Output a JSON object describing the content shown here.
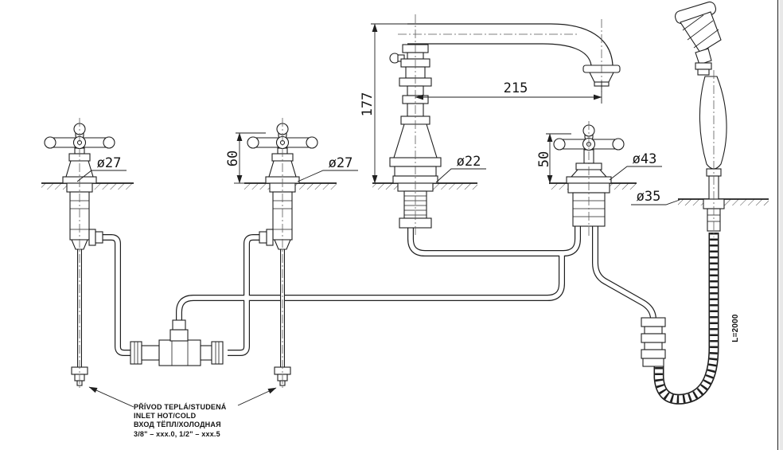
{
  "dimensions": {
    "spout_height": "177",
    "spout_reach": "215",
    "left_handle_height": "60",
    "right_handle_height": "50",
    "dia_left_valve": "ø27",
    "dia_mid_valve": "ø27",
    "dia_spout": "ø22",
    "dia_right_handle": "ø43",
    "dia_shower_base": "ø35",
    "hose_length": "L=2000"
  },
  "annotations": {
    "inlet_note": {
      "line1": "PŘÍVOD TEPLÁ/STUDENÁ",
      "line2": "INLET HOT/COLD",
      "line3": "ВХОД ТЁПЛ/ХОЛОДНАЯ",
      "line4": "3/8\" – xxx.0, 1/2\" – xxx.5"
    }
  },
  "colors": {
    "ink": "#1f1f1f",
    "paper": "#ffffff"
  }
}
